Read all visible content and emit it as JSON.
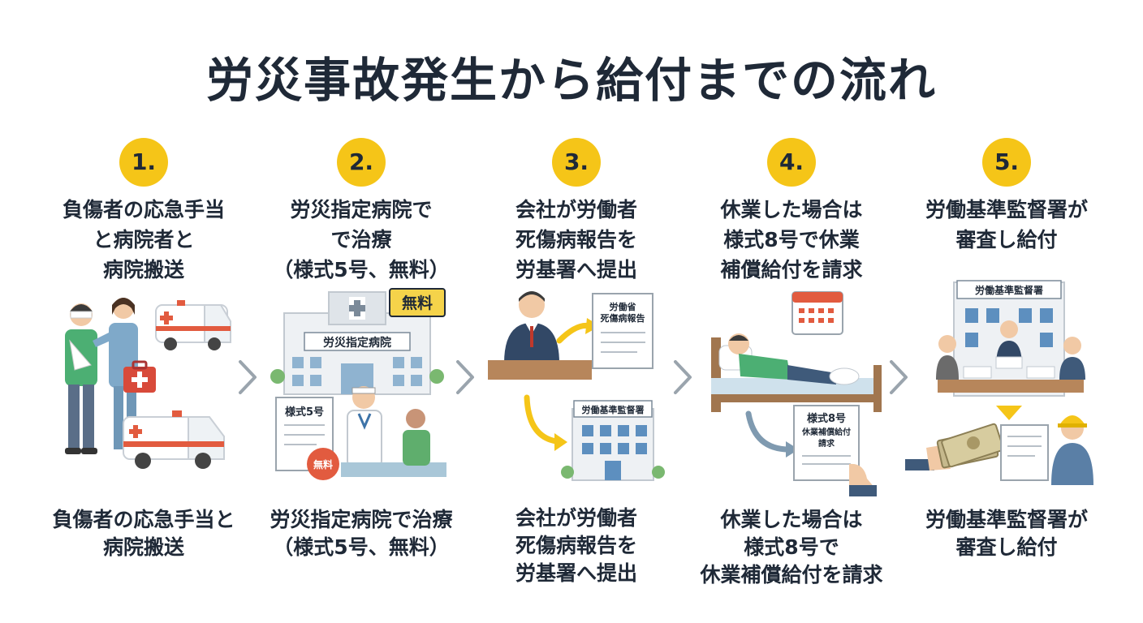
{
  "title": "労災事故発生から給付までの流れ",
  "colors": {
    "accent": "#f5c518",
    "text": "#1f2937",
    "free_badge": "#e25b3f",
    "arrow_blue": "#7f9ab0"
  },
  "steps": [
    {
      "number": "1.",
      "caption_top": [
        "負傷者の応急手当",
        "と病院者と",
        "病院搬送"
      ],
      "caption_bottom": [
        "負傷者の応急手当と",
        "病院搬送"
      ],
      "icons": [
        "injured-person-icon",
        "nurse-icon",
        "first-aid-kit-icon",
        "ambulance-icon"
      ]
    },
    {
      "number": "2.",
      "caption_top": [
        "労災指定病院で",
        "で治療",
        "（様式5号、無料）"
      ],
      "caption_bottom": [
        "労災指定病院で治療",
        "（様式5号、無料）"
      ],
      "hospital_sign": "労災指定病院",
      "free_sign": "無料",
      "form_label": "様式5号",
      "free_stamp": "無料",
      "icons": [
        "hospital-icon",
        "doctor-icon",
        "patient-icon",
        "form-icon"
      ]
    },
    {
      "number": "3.",
      "caption_top": [
        "会社が労働者",
        "死傷病報告を",
        "労基署へ提出"
      ],
      "caption_bottom": [
        "会社が労働者",
        "死傷病報告を",
        "労基署へ提出"
      ],
      "report_lines": [
        "労働省",
        "死傷病報告"
      ],
      "office_sign": "労働基準監督署",
      "icons": [
        "businessman-icon",
        "report-document-icon",
        "office-building-icon"
      ]
    },
    {
      "number": "4.",
      "caption_top": [
        "休業した場合は",
        "様式8号で休業",
        "補償給付を請求"
      ],
      "caption_bottom": [
        "休業した場合は",
        "様式8号で",
        "休業補償給付を請求"
      ],
      "form_lines": [
        "様式8号",
        "休業補償給付",
        "請求"
      ],
      "icons": [
        "calendar-icon",
        "patient-in-bed-icon",
        "claim-form-icon"
      ]
    },
    {
      "number": "5.",
      "caption_top": [
        "労働基準監督署が",
        "審査し給付"
      ],
      "caption_bottom": [
        "労働基準監督署が",
        "審査し給付"
      ],
      "office_sign": "労働基準監督署",
      "icons": [
        "office-building-icon",
        "meeting-icon",
        "money-icon",
        "worker-icon"
      ]
    }
  ]
}
